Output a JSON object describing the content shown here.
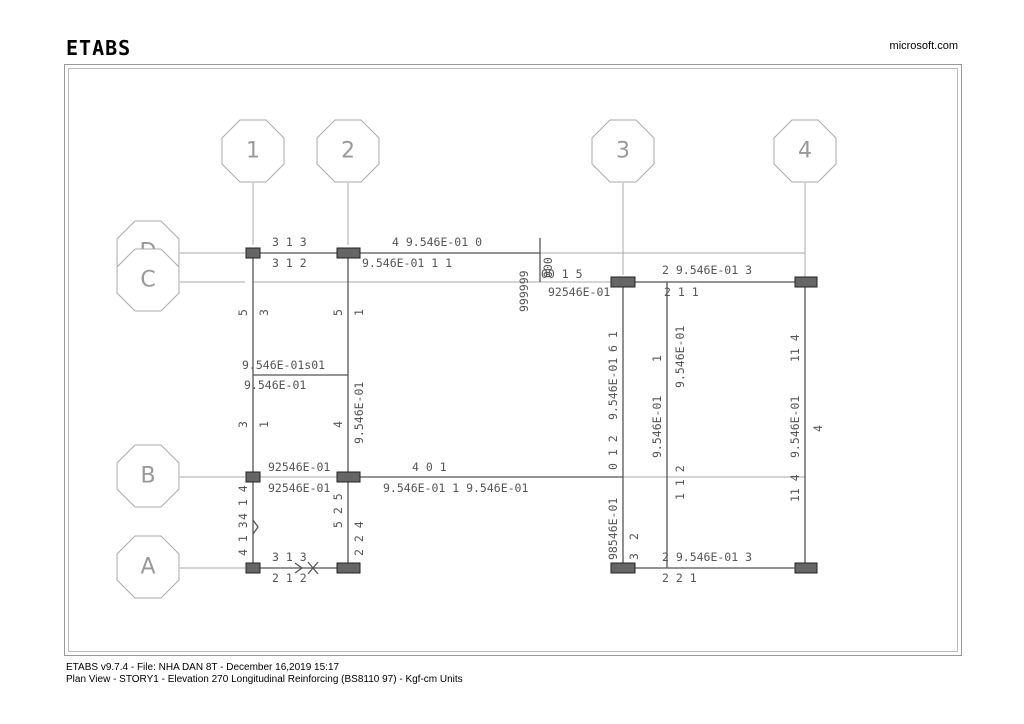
{
  "header": {
    "brand": "ETABS",
    "site": "microsoft.com"
  },
  "footer": {
    "line1": "ETABS v9.7.4  -  File: NHA DAN 8T  -  December 16,2019  15:17",
    "line2": "Plan View - STORY1 - Elevation 270  Longitudinal Reinforcing  (BS8110 97)  -  Kgf-cm Units"
  },
  "grid_bubbles": {
    "columns": [
      "1",
      "2",
      "3",
      "4"
    ],
    "rows": [
      "D",
      "C",
      "B",
      "A"
    ]
  },
  "labels": {
    "h_d_top": "3  1  3",
    "h_d_top_mid": "4 9.546E-01 0",
    "h_d_bot": "3  1  2",
    "h_d_bot_mid": "9.546E-01  1     1",
    "stack_vert": "999999",
    "stack_small": "000",
    "stack_small2": "00  1  5",
    "h_c_right_top": "2 9.546E-01 3",
    "h_c_bot_left": "92546E-01",
    "h_c_bot_right": "2       1     1",
    "mid_left_1": "9.546E-01s01",
    "mid_left_2": "9.546E-01",
    "h_b_left_top": "92546E-01",
    "h_b_mid_top": "4          0           1",
    "h_b_left_bot": "92546E-01",
    "h_b_mid_bot": "9.546E-01     1    9.546E-01",
    "h_a_left_top": "3  1  3",
    "h_a_left_bot": "2  1  2",
    "h_a_right_top": "2 9.546E-01 3",
    "h_a_right_bot": "2     2     1",
    "v1_a": "5",
    "v1_b": "3",
    "v1_c": "3",
    "v1_d": "1",
    "v1_e": "4  1  4",
    "v1_f": "4  1  3",
    "v2_a": "5",
    "v2_b": "1",
    "v2_c": "4",
    "v2_d": "9.546E-01",
    "v2_e": "5  2  5",
    "v2_f": "2  2  4",
    "v3_top": "6  1",
    "v3_mid": "9.546E-01",
    "v3_num": "0  1  2",
    "v3_bot": "98546E-01",
    "v3_bot2": "2",
    "v3_bot3": "3",
    "v34_a": "1",
    "v34_b": "9.546E-01",
    "v34_c": "9.546E-01",
    "v34_d": "1   1   2",
    "v4_a": "11   4",
    "v4_b": "9.546E-01",
    "v4_c": "4",
    "v4_d": "11   4"
  }
}
